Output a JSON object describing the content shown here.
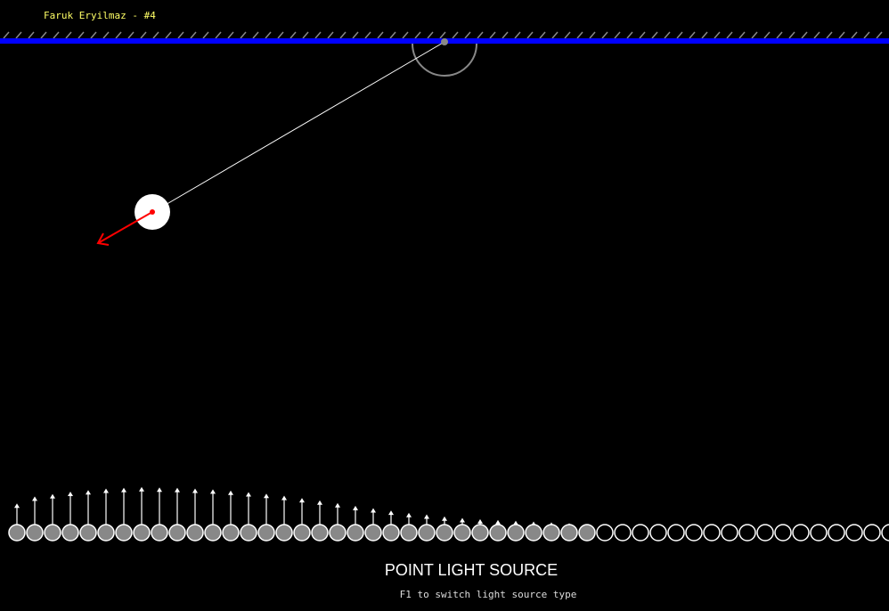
{
  "header": {
    "author": "Faruk Eryilmaz - #4"
  },
  "mode": {
    "title": "POINT LIGHT SOURCE",
    "hint": "F1 to switch light source type"
  },
  "colors": {
    "background": "#000000",
    "ceiling": "#0000ff",
    "hatch": "#888888",
    "pivot": "#888888",
    "string": "#ffffff",
    "bob": "#ffffff",
    "velocity_arrow": "#ff0000",
    "sphere_shaded": "#888888",
    "sphere_lit": "#000000",
    "ray_arrow": "#ffffff"
  },
  "icons": {
    "pivot": "pivot-dot-icon",
    "angle_arc": "angle-arc-icon",
    "bob": "pendulum-bob-icon",
    "velocity": "velocity-arrow-icon",
    "light_ray": "light-ray-arrow-icon"
  },
  "light_samples": {
    "count": 50,
    "shaded_count": 33,
    "ray_intensities": [
      0.54,
      0.72,
      0.78,
      0.84,
      0.88,
      0.92,
      0.94,
      0.96,
      0.95,
      0.94,
      0.92,
      0.9,
      0.87,
      0.83,
      0.79,
      0.74,
      0.68,
      0.62,
      0.55,
      0.48,
      0.42,
      0.36,
      0.3,
      0.26,
      0.21,
      0.17,
      0.14,
      0.12,
      0.1,
      0.08,
      0.06,
      0.04,
      0.02,
      0.0
    ]
  }
}
